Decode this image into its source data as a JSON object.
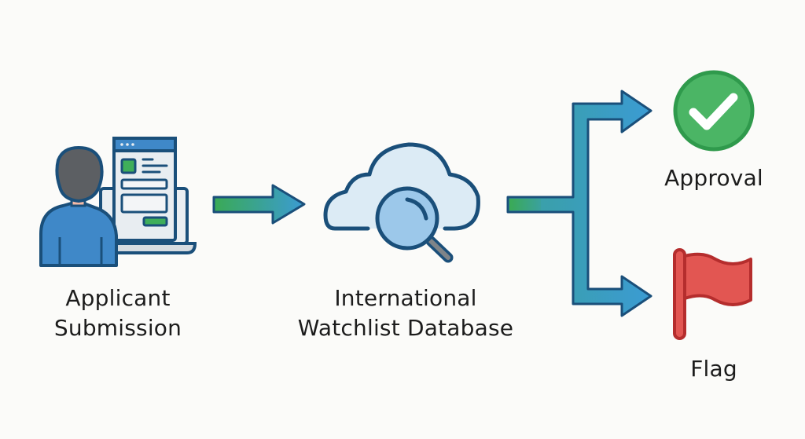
{
  "diagram": {
    "type": "flow",
    "nodes": [
      {
        "id": "applicant",
        "label_line1": "Applicant",
        "label_line2": "Submission",
        "icon": "person-at-laptop-form-icon"
      },
      {
        "id": "database",
        "label_line1": "International",
        "label_line2": "Watchlist Database",
        "icon": "cloud-search-icon"
      },
      {
        "id": "approval",
        "label": "Approval",
        "icon": "check-circle-icon"
      },
      {
        "id": "flag",
        "label": "Flag",
        "icon": "red-flag-icon"
      }
    ],
    "edges": [
      {
        "from": "applicant",
        "to": "database"
      },
      {
        "from": "database",
        "to": "approval"
      },
      {
        "from": "database",
        "to": "flag"
      }
    ],
    "colors": {
      "outline": "#1a4f7a",
      "arrow_start": "#3aaa55",
      "arrow_end": "#3b9bd3",
      "branch_fill": "#3a9fa8",
      "person_shirt": "#3f88c8",
      "hair": "#5c5f63",
      "skin": "#f2b9a6",
      "screen_bg": "#e8edf1",
      "screen_header": "#3f88c8",
      "form_green": "#3fae5a",
      "cloud_fill": "#dcebf5",
      "lens_fill": "#9cc8ea",
      "approval_green": "#3fae5a",
      "approval_ring": "#2f9a4c",
      "flag_red": "#e25652",
      "flag_outline": "#b52d2d",
      "text": "#1c1c1c",
      "background": "#fbfbf9"
    }
  }
}
